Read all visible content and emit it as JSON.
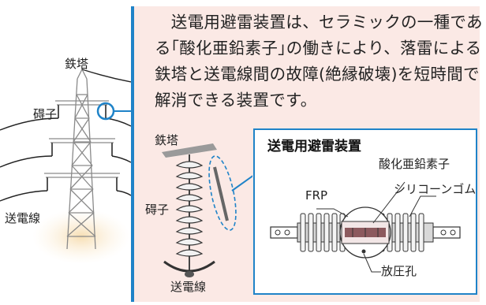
{
  "description": "　送電用避雷装置は、セラミックの一種である｢酸化亜鉛素子｣の働きにより、落雷による鉄塔と送電線間の故障(絶縁破壊)を短時間で解消できる装置です。",
  "tower_diagram": {
    "label_tower": "鉄塔",
    "label_insulator": "碍子",
    "label_line": "送電線"
  },
  "closeup": {
    "label_tower": "鉄塔",
    "label_insulator": "碍子",
    "label_line": "送電線"
  },
  "arrester_detail": {
    "title": "送電用避雷装置",
    "label_element": "酸化亜鉛素子",
    "label_frp": "FRP",
    "label_rubber": "シリコーンゴム",
    "label_vent": "放圧孔"
  },
  "colors": {
    "accent_blue": "#1f83c8",
    "panel_bg": "#fbe9e5",
    "tower_gray": "#8a8a8a",
    "element_brown": "#8c5a5e"
  }
}
